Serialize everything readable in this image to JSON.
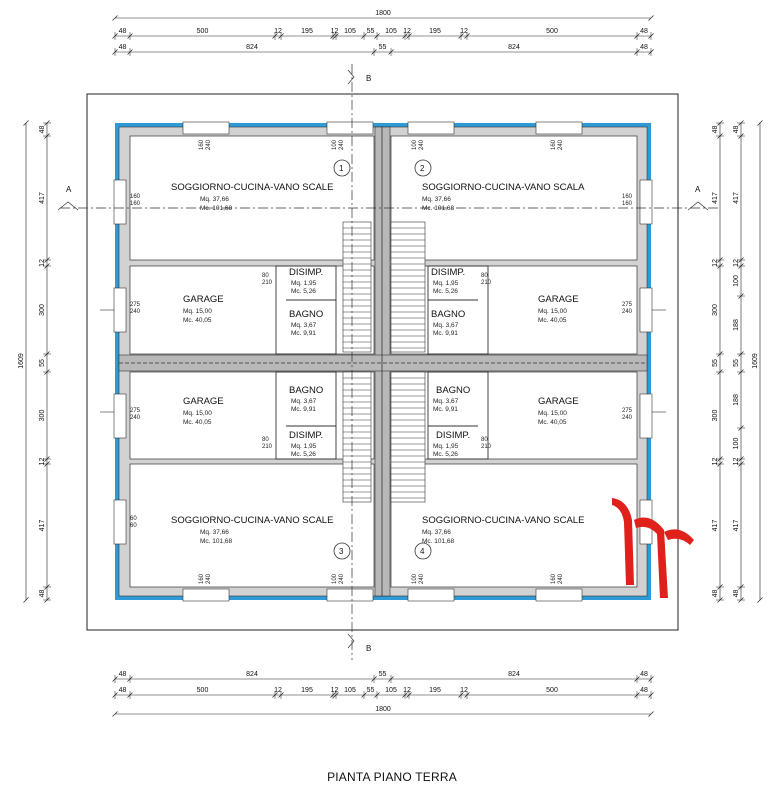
{
  "title": "PIANTA PIANO TERRA",
  "colors": {
    "insulation": "#2f9bd6",
    "wall": "#d2d2d2",
    "watermark": "#e0201b"
  },
  "dims": {
    "total_width": "1800",
    "total_height": "1609",
    "horizontal_a": [
      "48",
      "500",
      "12",
      "195",
      "12",
      "105",
      "55",
      "105",
      "12",
      "195",
      "12",
      "500",
      "48"
    ],
    "horizontal_b": [
      "48",
      "824",
      "55",
      "824",
      "48"
    ],
    "vertical_left": [
      "48",
      "417",
      "12",
      "300",
      "55",
      "300",
      "12",
      "417",
      "48"
    ],
    "vertical_right": [
      "48",
      "417",
      "12",
      "100",
      "188",
      "55",
      "188",
      "100",
      "12",
      "417",
      "48"
    ]
  },
  "section_marks": {
    "a": "A",
    "b": "B"
  },
  "units": [
    "1",
    "2",
    "3",
    "4"
  ],
  "rooms": {
    "living_a": {
      "name": "SOGGIORNO-CUCINA-VANO SCALE",
      "mq": "Mq. 37,66",
      "mc": "Mc. 101,68"
    },
    "living_b": {
      "name": "SOGGIORNO-CUCINA-VANO SCALA",
      "mq": "Mq. 37,66",
      "mc": "Mc. 101,68"
    },
    "garage": {
      "name": "GARAGE",
      "mq": "Mq. 15,00",
      "mc": "Mc. 40,05"
    },
    "disimp": {
      "name": "DISIMP.",
      "mq": "Mq. 1,95",
      "mc": "Mc. 5,26"
    },
    "bagno": {
      "name": "BAGNO",
      "mq": "Mq. 3,67",
      "mc": "Mc. 9,91"
    }
  },
  "openings": {
    "window_w": "160",
    "window_h": "240",
    "door_w": "100",
    "door_h": "240",
    "garage_w": "275",
    "garage_h": "240",
    "small_w": "80",
    "small_h": "210",
    "wide_w": "60"
  }
}
